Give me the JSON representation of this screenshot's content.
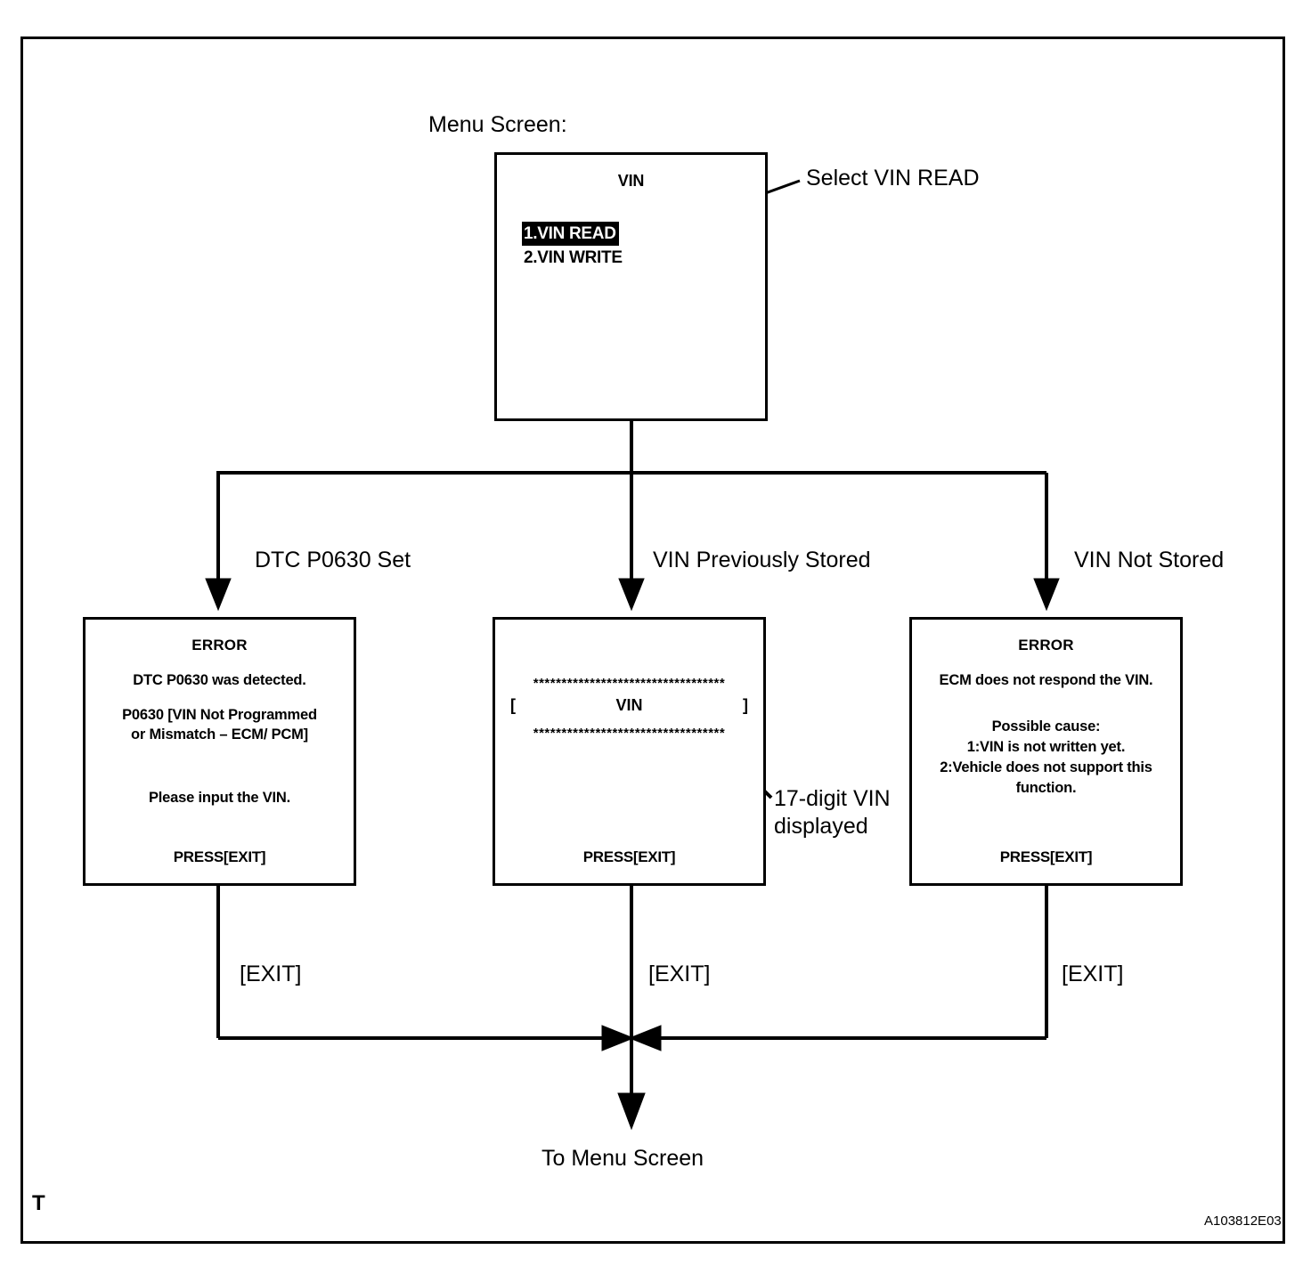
{
  "figure": {
    "caption": "Menu Screen:",
    "corner_marker": "T",
    "code": "A103812E03"
  },
  "menu_screen": {
    "title": "VIN",
    "options": [
      {
        "label": "1.VIN READ",
        "selected": true
      },
      {
        "label": "2.VIN WRITE",
        "selected": false
      }
    ],
    "annotation": "Select VIN READ"
  },
  "branches": [
    {
      "label": "DTC P0630 Set"
    },
    {
      "label": "VIN Previously Stored"
    },
    {
      "label": "VIN Not Stored"
    }
  ],
  "screens": {
    "error_dtc": {
      "heading": "ERROR",
      "line1": "DTC P0630 was detected.",
      "line2": "P0630  [VIN Not Programmed",
      "line3": "or Mismatch – ECM/ PCM]",
      "line4": "Please input the VIN.",
      "footer": "PRESS[EXIT]"
    },
    "vin_stored": {
      "stars_top": "**********************************",
      "bracket_left": "[",
      "vin_label": "VIN",
      "bracket_right": "]",
      "stars_bottom": "**********************************",
      "footer": "PRESS[EXIT]",
      "annotation_line1": "17-digit VIN",
      "annotation_line2": "displayed"
    },
    "error_not_stored": {
      "heading": "ERROR",
      "line1": "ECM does not respond the VIN.",
      "line2": "Possible cause:",
      "line3": "1:VIN is not written yet.",
      "line4": "2:Vehicle does not support this",
      "line5": "function.",
      "footer": "PRESS[EXIT]"
    }
  },
  "exits": [
    {
      "label": "[EXIT]"
    },
    {
      "label": "[EXIT]"
    },
    {
      "label": "[EXIT]"
    }
  ],
  "terminal": {
    "label": "To Menu Screen"
  },
  "colors": {
    "line": "#000000",
    "background": "#ffffff",
    "highlight_bg": "#000000",
    "highlight_fg": "#ffffff"
  }
}
